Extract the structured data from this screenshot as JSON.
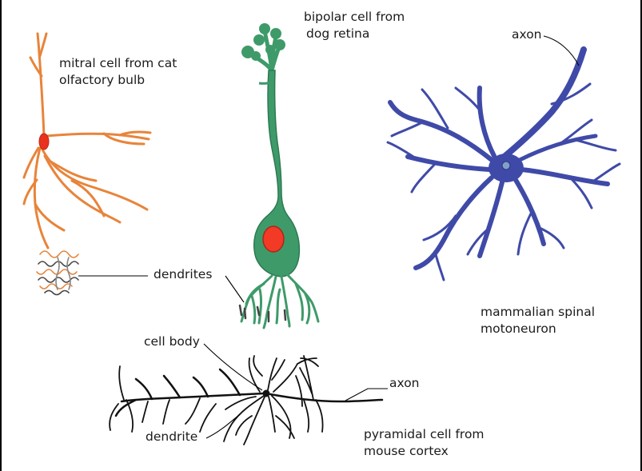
{
  "labels": {
    "mitral_line1": "mitral cell from cat",
    "mitral_line2": "olfactory bulb",
    "bipolar_line1": "bipolar cell from",
    "bipolar_line2": "dog retina",
    "axon_top": "axon",
    "motoneuron_line1": "mammalian spinal",
    "motoneuron_line2": "motoneuron",
    "dendrites": "dendrites",
    "cell_body": "cell body",
    "axon_bottom": "axon",
    "dendrite": "dendrite",
    "pyramidal_line1": "pyramidal cell from",
    "pyramidal_line2": "mouse cortex"
  },
  "colors": {
    "mitral": "#e8843a",
    "mitral_body": "#e8321e",
    "bipolar": "#3f9a6a",
    "bipolar_body": "#f23a26",
    "motoneuron": "#3f4aa8",
    "pyramidal": "#111111",
    "leader": "#000000"
  },
  "cells": [
    "mitral-cell",
    "bipolar-cell",
    "spinal-motoneuron",
    "pyramidal-cell"
  ]
}
